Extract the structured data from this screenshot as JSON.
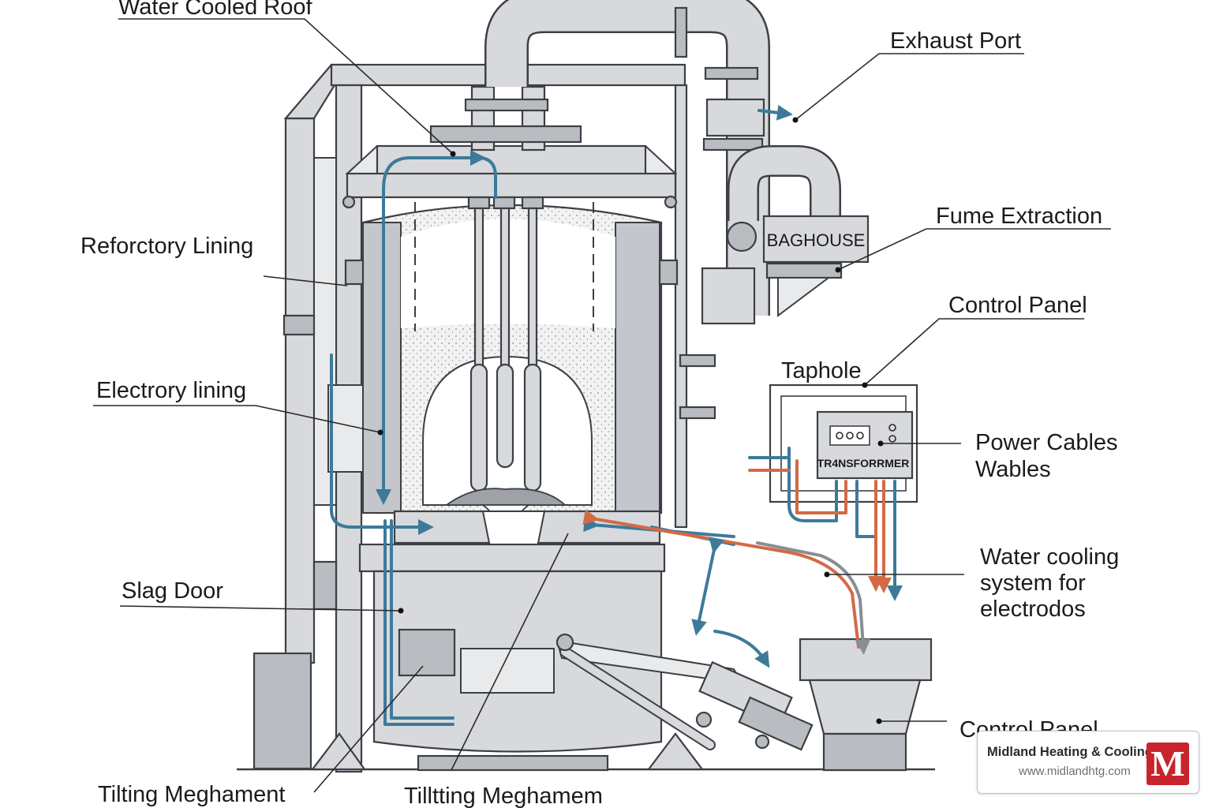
{
  "labels": {
    "water_cooled_roof": "Water Cooled Roof",
    "exhaust_port": "Exhaust Port",
    "refractory_lining": "Reforctory Lining",
    "fume_extraction": "Fume Extraction",
    "baghouse": "BAGHOUSE",
    "control_panel_top": "Control Panel",
    "taphole": "Taphole",
    "electrode_lining": "Electrory lining",
    "power_cables_line1": "Power Cables",
    "power_cables_line2": "Wables",
    "transformer": "TR4NSFORRMER",
    "water_cooling_line1": "Water cooling",
    "water_cooling_line2": "system for",
    "water_cooling_line3": "electrodos",
    "slag_door": "Slag Door",
    "control_panel_bottom": "Control Panel",
    "tilting_left": "Tilting Meghament",
    "tilting_center": "Tilltting Meghamem"
  },
  "logo": {
    "name": "Midland Heating & Cooling",
    "url": "www.midlandhtg.com",
    "mark": "M"
  },
  "colors": {
    "cooling_blue": "#3d7a9a",
    "power_orange": "#d36a45",
    "steel": "#d7d9dc",
    "brand_red": "#c8242e"
  }
}
